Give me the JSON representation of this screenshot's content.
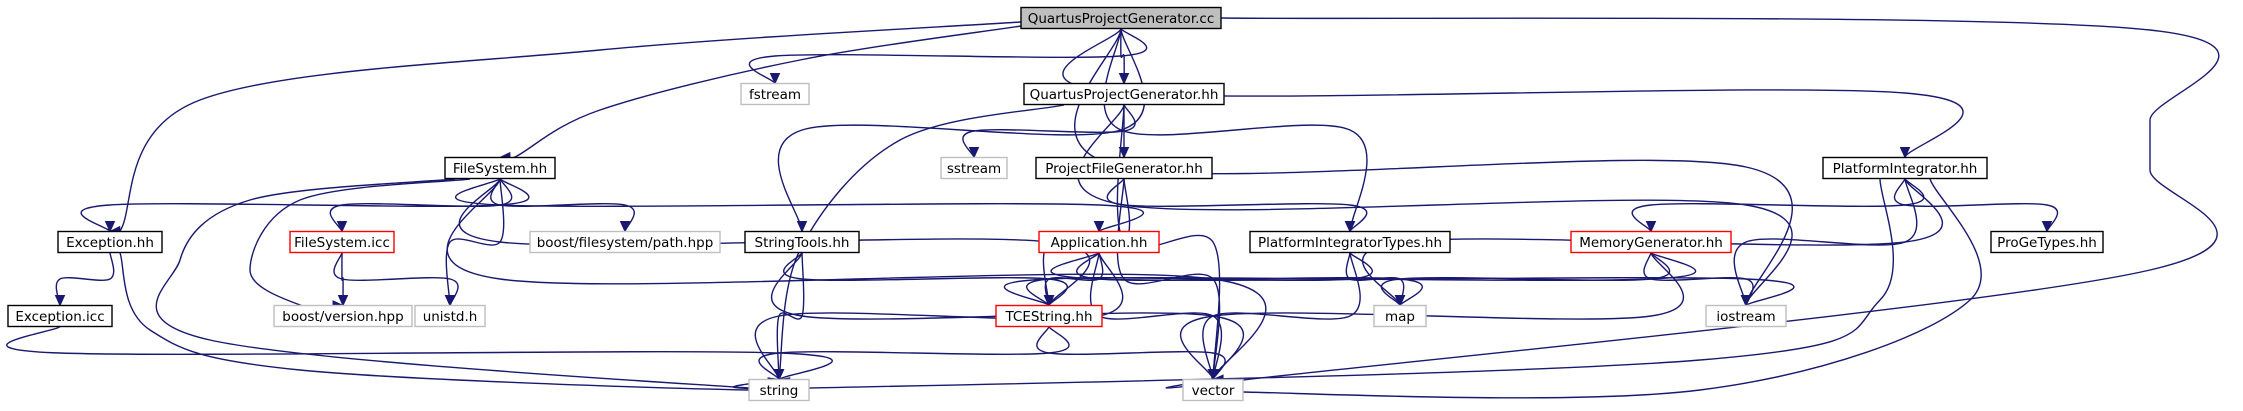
{
  "colors": {
    "edge": "#191970",
    "border_default": "#000000",
    "border_truncated": "#ff0000",
    "border_system": "#bfbfbf",
    "root_fill": "#bfbfbf",
    "node_fill": "#ffffff",
    "text": "#000000"
  },
  "nodes": [
    {
      "id": "qpg_cc",
      "label": "QuartusProjectGenerator.cc",
      "style": "root"
    },
    {
      "id": "fstream",
      "label": "fstream",
      "style": "system"
    },
    {
      "id": "qpg_hh",
      "label": "QuartusProjectGenerator.hh",
      "style": "default"
    },
    {
      "id": "filesystem_hh",
      "label": "FileSystem.hh",
      "style": "default"
    },
    {
      "id": "exception_hh",
      "label": "Exception.hh",
      "style": "default"
    },
    {
      "id": "exception_icc",
      "label": "Exception.icc",
      "style": "default"
    },
    {
      "id": "filesystem_icc",
      "label": "FileSystem.icc",
      "style": "truncated"
    },
    {
      "id": "boost_path",
      "label": "boost/filesystem/path.hpp",
      "style": "system"
    },
    {
      "id": "boost_version",
      "label": "boost/version.hpp",
      "style": "system"
    },
    {
      "id": "unistd",
      "label": "unistd.h",
      "style": "system"
    },
    {
      "id": "sstream",
      "label": "sstream",
      "style": "system"
    },
    {
      "id": "pfg_hh",
      "label": "ProjectFileGenerator.hh",
      "style": "default"
    },
    {
      "id": "stringtools_hh",
      "label": "StringTools.hh",
      "style": "default"
    },
    {
      "id": "application_hh",
      "label": "Application.hh",
      "style": "truncated"
    },
    {
      "id": "pit_hh",
      "label": "PlatformIntegratorTypes.hh",
      "style": "default"
    },
    {
      "id": "memgen_hh",
      "label": "MemoryGenerator.hh",
      "style": "truncated"
    },
    {
      "id": "pi_hh",
      "label": "PlatformIntegrator.hh",
      "style": "default"
    },
    {
      "id": "progetypes_hh",
      "label": "ProGeTypes.hh",
      "style": "default"
    },
    {
      "id": "tcestring_hh",
      "label": "TCEString.hh",
      "style": "truncated"
    },
    {
      "id": "map",
      "label": "map",
      "style": "system"
    },
    {
      "id": "iostream",
      "label": "iostream",
      "style": "system"
    },
    {
      "id": "string",
      "label": "string",
      "style": "system"
    },
    {
      "id": "vector",
      "label": "vector",
      "style": "system"
    }
  ],
  "edges": [
    {
      "from": "qpg_cc",
      "to": "exception_hh"
    },
    {
      "from": "qpg_cc",
      "to": "filesystem_hh"
    },
    {
      "from": "qpg_cc",
      "to": "fstream"
    },
    {
      "from": "qpg_cc",
      "to": "qpg_hh"
    },
    {
      "from": "qpg_cc",
      "to": "stringtools_hh"
    },
    {
      "from": "qpg_cc",
      "to": "pit_hh"
    },
    {
      "from": "qpg_cc",
      "to": "iostream"
    },
    {
      "from": "qpg_cc",
      "to": "pi_hh"
    },
    {
      "from": "qpg_cc",
      "to": "vector"
    },
    {
      "from": "qpg_hh",
      "to": "sstream"
    },
    {
      "from": "qpg_hh",
      "to": "pfg_hh"
    },
    {
      "from": "qpg_hh",
      "to": "string"
    },
    {
      "from": "qpg_hh",
      "to": "vector"
    },
    {
      "from": "qpg_hh",
      "to": "iostream"
    },
    {
      "from": "filesystem_hh",
      "to": "exception_hh"
    },
    {
      "from": "filesystem_hh",
      "to": "filesystem_icc"
    },
    {
      "from": "filesystem_hh",
      "to": "boost_path"
    },
    {
      "from": "filesystem_hh",
      "to": "boost_version"
    },
    {
      "from": "filesystem_hh",
      "to": "unistd"
    },
    {
      "from": "filesystem_hh",
      "to": "string"
    },
    {
      "from": "filesystem_hh",
      "to": "application_hh"
    },
    {
      "from": "filesystem_hh",
      "to": "tcestring_hh"
    },
    {
      "from": "filesystem_hh",
      "to": "vector"
    },
    {
      "from": "exception_hh",
      "to": "exception_icc"
    },
    {
      "from": "exception_hh",
      "to": "string"
    },
    {
      "from": "exception_icc",
      "to": "string"
    },
    {
      "from": "filesystem_icc",
      "to": "boost_version"
    },
    {
      "from": "filesystem_icc",
      "to": "unistd"
    },
    {
      "from": "pfg_hh",
      "to": "pit_hh"
    },
    {
      "from": "pfg_hh",
      "to": "tcestring_hh"
    },
    {
      "from": "pfg_hh",
      "to": "vector"
    },
    {
      "from": "stringtools_hh",
      "to": "tcestring_hh"
    },
    {
      "from": "stringtools_hh",
      "to": "string"
    },
    {
      "from": "stringtools_hh",
      "to": "vector"
    },
    {
      "from": "application_hh",
      "to": "tcestring_hh"
    },
    {
      "from": "application_hh",
      "to": "string"
    },
    {
      "from": "application_hh",
      "to": "vector"
    },
    {
      "from": "application_hh",
      "to": "map"
    },
    {
      "from": "application_hh",
      "to": "iostream"
    },
    {
      "from": "pit_hh",
      "to": "tcestring_hh"
    },
    {
      "from": "pit_hh",
      "to": "map"
    },
    {
      "from": "pit_hh",
      "to": "vector"
    },
    {
      "from": "memgen_hh",
      "to": "tcestring_hh"
    },
    {
      "from": "memgen_hh",
      "to": "map"
    },
    {
      "from": "memgen_hh",
      "to": "iostream"
    },
    {
      "from": "memgen_hh",
      "to": "vector"
    },
    {
      "from": "pi_hh",
      "to": "memgen_hh"
    },
    {
      "from": "pi_hh",
      "to": "progetypes_hh"
    },
    {
      "from": "pi_hh",
      "to": "map"
    },
    {
      "from": "pi_hh",
      "to": "iostream"
    },
    {
      "from": "pi_hh",
      "to": "string"
    },
    {
      "from": "pi_hh",
      "to": "vector"
    },
    {
      "from": "tcestring_hh",
      "to": "string"
    },
    {
      "from": "tcestring_hh",
      "to": "vector"
    }
  ]
}
